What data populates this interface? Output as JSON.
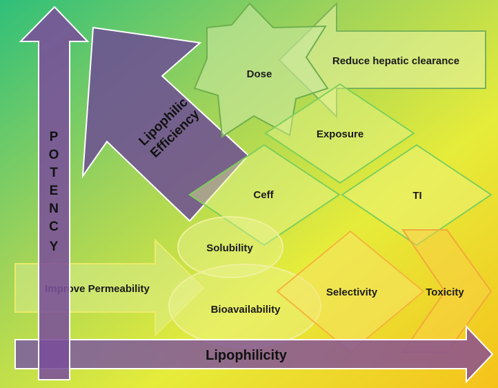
{
  "diagram": {
    "axes": {
      "x_label": "Lipophilicity",
      "y_label_letters": [
        "P",
        "O",
        "T",
        "E",
        "N",
        "C",
        "Y"
      ]
    },
    "lipophilic_efficiency_label": [
      "Lipophilic",
      "Efficiency"
    ],
    "shapes": {
      "dose": "Dose",
      "reduce_hepatic_clearance": "Reduce hepatic clearance",
      "exposure": "Exposure",
      "ceff": "Ceff",
      "ti": "TI",
      "solubility": "Solubility",
      "bioavailability": "Bioavailability",
      "improve_permeability": "Improve Permeability",
      "selectivity": "Selectivity",
      "toxicity": "Toxicity"
    },
    "colors": {
      "purple_arrow": "#7a4f9a",
      "green_outline": "#7fcf5a",
      "yellow_outline": "#f2e24a"
    }
  }
}
